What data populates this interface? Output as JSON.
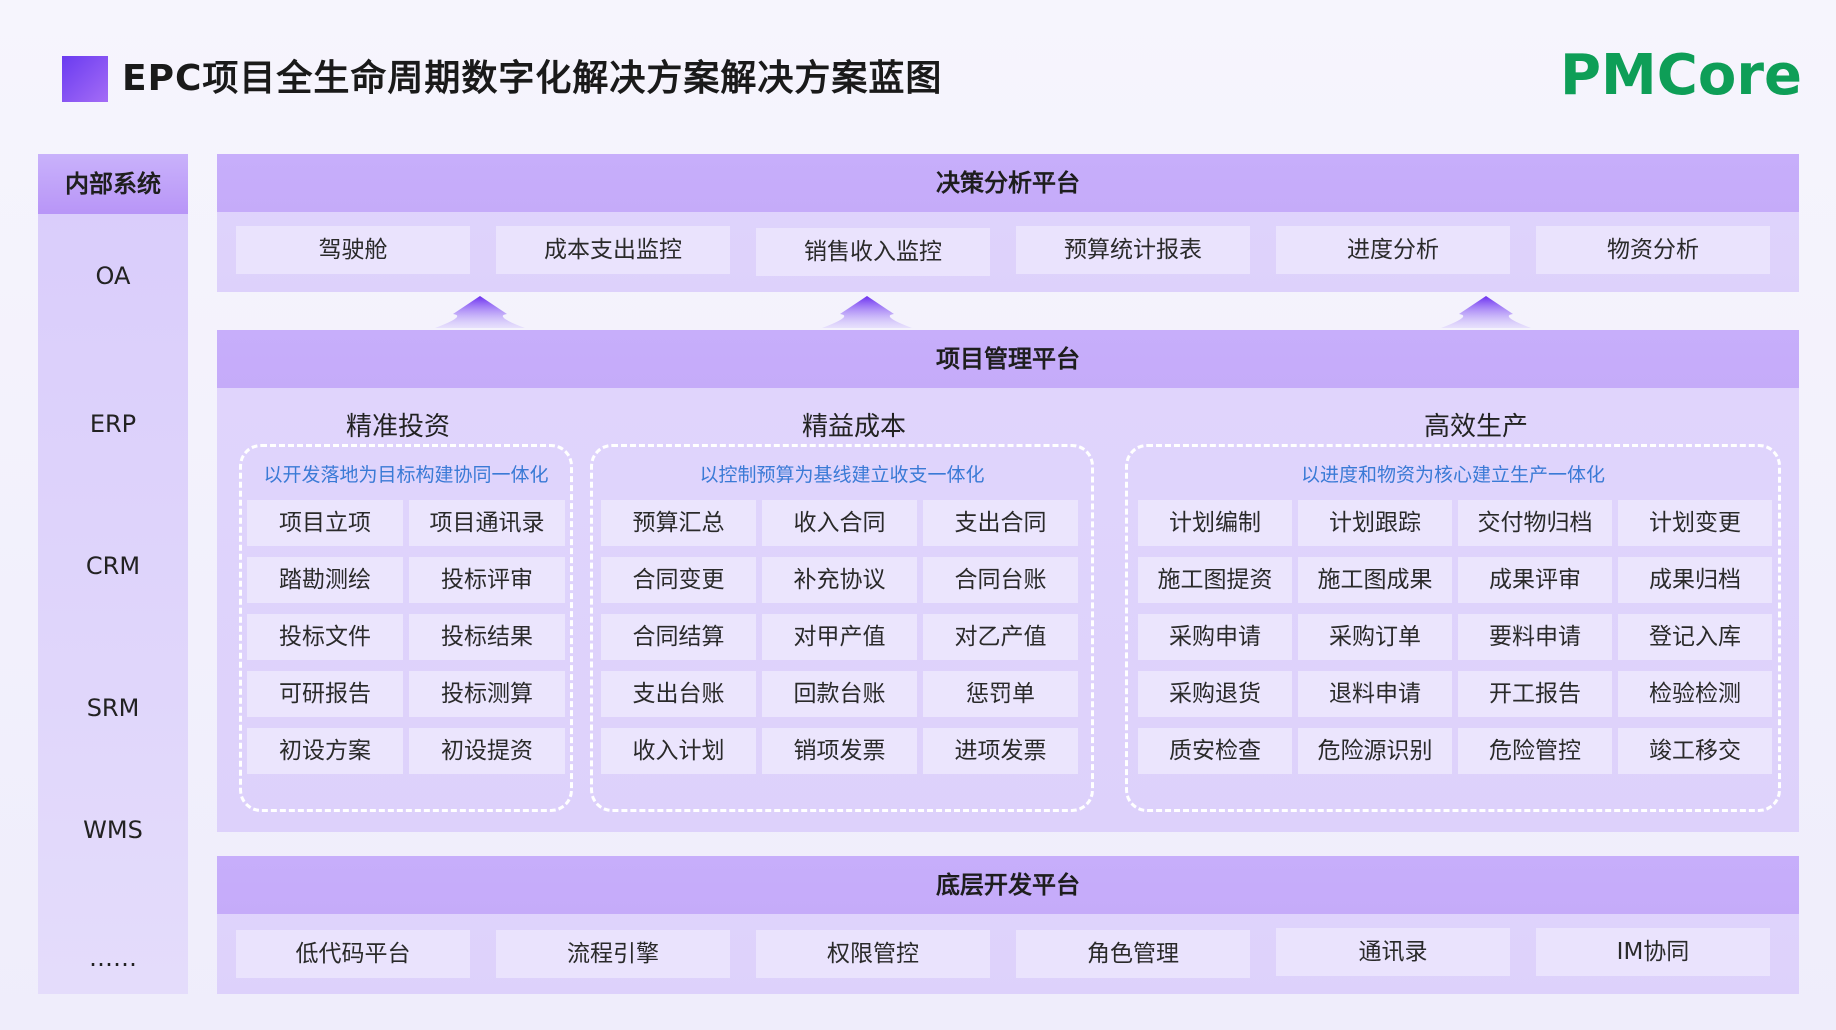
{
  "header": {
    "title": "EPC项目全生命周期数字化解决方案解决方案蓝图",
    "logo_text": "PMCore",
    "accent_color": "#7b47f2",
    "logo_color": "#0e9e57"
  },
  "internal_systems": {
    "title": "内部系统",
    "items": [
      "OA",
      "ERP",
      "CRM",
      "SRM",
      "WMS",
      "……"
    ]
  },
  "decision_platform": {
    "title": "决策分析平台",
    "items": [
      "驾驶舱",
      "成本支出监控",
      "销售收入监控",
      "预算统计报表",
      "进度分析",
      "物资分析"
    ]
  },
  "project_platform": {
    "title": "项目管理平台",
    "sections": [
      {
        "title": "精准投资",
        "slogan": "以开发落地为目标构建协同一体化",
        "cells": [
          "项目立项",
          "项目通讯录",
          "踏勘测绘",
          "投标评审",
          "投标文件",
          "投标结果",
          "可研报告",
          "投标测算",
          "初设方案",
          "初设提资"
        ]
      },
      {
        "title": "精益成本",
        "slogan": "以控制预算为基线建立收支一体化",
        "cells": [
          "预算汇总",
          "收入合同",
          "支出合同",
          "合同变更",
          "补充协议",
          "合同台账",
          "合同结算",
          "对甲产值",
          "对乙产值",
          "支出台账",
          "回款台账",
          "惩罚单",
          "收入计划",
          "销项发票",
          "进项发票"
        ]
      },
      {
        "title": "高效生产",
        "slogan": "以进度和物资为核心建立生产一体化",
        "cells": [
          "计划编制",
          "计划跟踪",
          "交付物归档",
          "计划变更",
          "施工图提资",
          "施工图成果",
          "成果评审",
          "成果归档",
          "采购申请",
          "采购订单",
          "要料申请",
          "登记入库",
          "采购退货",
          "退料申请",
          "开工报告",
          "检验检测",
          "质安检查",
          "危险源识别",
          "危险管控",
          "竣工移交"
        ]
      }
    ]
  },
  "base_platform": {
    "title": "底层开发平台",
    "items": [
      "低代码平台",
      "流程引擎",
      "权限管控",
      "角色管理",
      "通讯录",
      "IM协同"
    ]
  }
}
